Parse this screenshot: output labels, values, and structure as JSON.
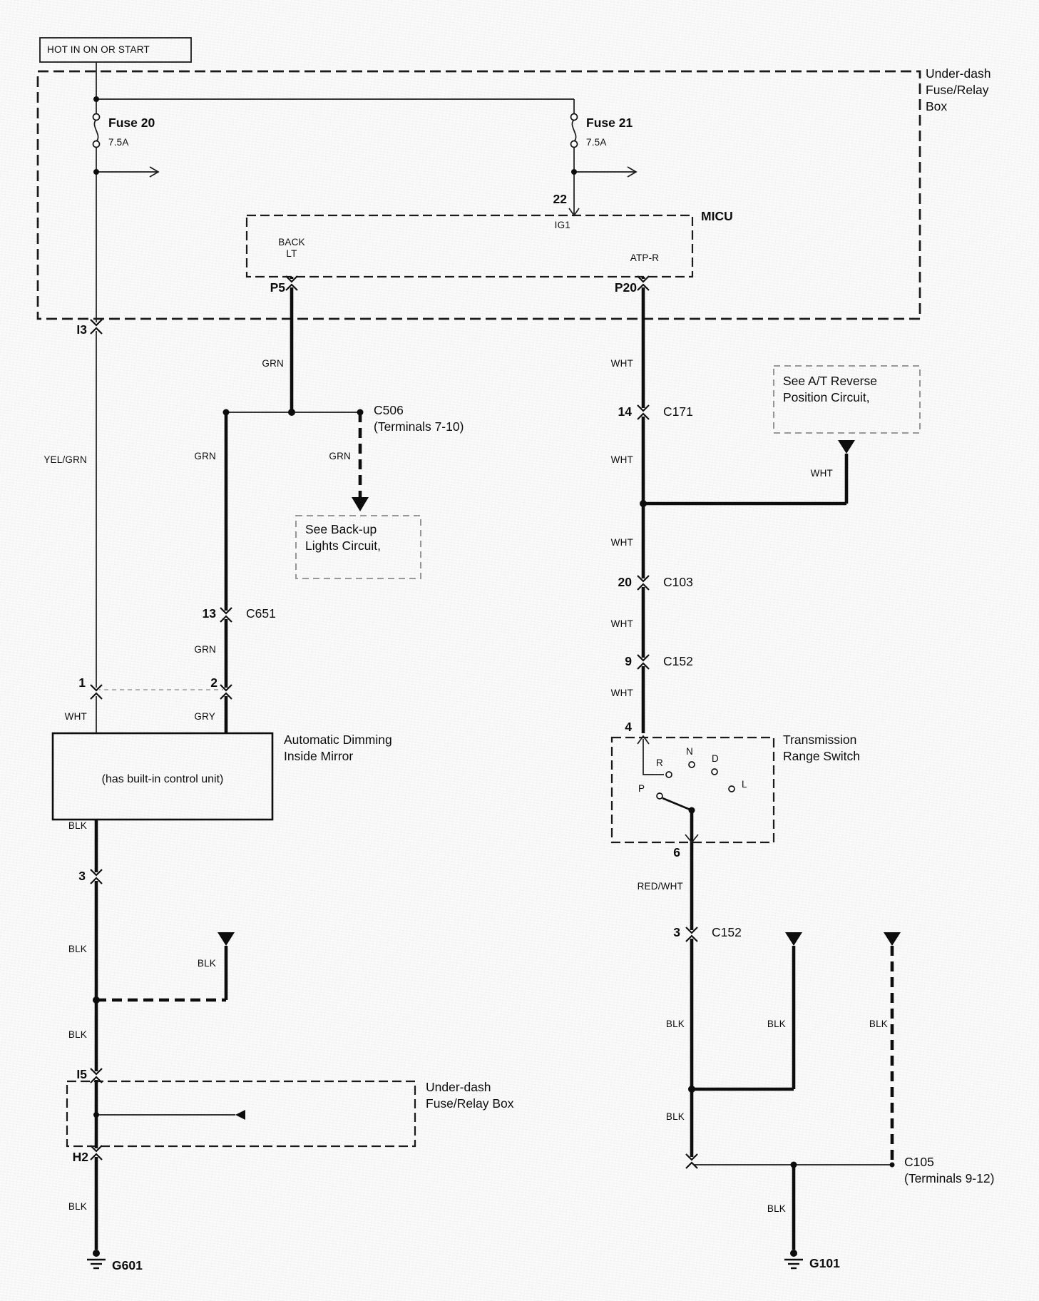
{
  "power": {
    "hot": "HOT IN ON OR START"
  },
  "fusebox": {
    "title1": "Under-dash",
    "title2": "Fuse/Relay",
    "title3": "Box",
    "fuse20_name": "Fuse 20",
    "fuse20_rating": "7.5A",
    "fuse21_name": "Fuse 21",
    "fuse21_rating": "7.5A",
    "pin22": "22",
    "pin_i3": "I3"
  },
  "micu": {
    "name": "MICU",
    "pin_ig1": "IG1",
    "pin_back1": "BACK",
    "pin_back2": "LT",
    "pin_atpr": "ATP-R",
    "pin_p5": "P5",
    "pin_p20": "P20"
  },
  "mirror_circuit": {
    "yelgrn": "YEL/GRN",
    "grn_p5": "GRN",
    "c506": "C506",
    "c506_terminals": "(Terminals 7-10)",
    "grn_left": "GRN",
    "grn_right": "GRN",
    "backup1": "See Back-up",
    "backup2": "Lights Circuit,",
    "pin13": "13",
    "c651": "C651",
    "grn2": "GRN",
    "pin1": "1",
    "pin2": "2",
    "wht": "WHT",
    "gry": "GRY",
    "mirror1": "Automatic Dimming",
    "mirror2": "Inside Mirror",
    "mirror_inner": "(has built-in control unit)",
    "blk1": "BLK",
    "pin3": "3",
    "blk2": "BLK",
    "blk3": "BLK",
    "blk4": "BLK",
    "pin_i5": "I5",
    "ubox1": "Under-dash",
    "ubox2": "Fuse/Relay Box",
    "pin_h2": "H2",
    "blk5": "BLK",
    "ground": "G601"
  },
  "reverse_circuit": {
    "wht1": "WHT",
    "pin14": "14",
    "c171": "C171",
    "wht2": "WHT",
    "at1": "See A/T Reverse",
    "at2": "Position Circuit,",
    "wht3": "WHT",
    "wht4": "WHT",
    "pin20": "20",
    "c103": "C103",
    "wht5": "WHT",
    "pin9": "9",
    "c152a": "C152",
    "wht6": "WHT",
    "pin4": "4",
    "trs1": "Transmission",
    "trs2": "Range Switch",
    "pos_p": "P",
    "pos_r": "R",
    "pos_n": "N",
    "pos_d": "D",
    "pos_l": "L",
    "pin6": "6",
    "redwht": "RED/WHT",
    "pin3": "3",
    "c152b": "C152",
    "blk1": "BLK",
    "blk2": "BLK",
    "blk3": "BLK",
    "blk4": "BLK",
    "c105": "C105",
    "c105_terminals": "(Terminals 9-12)",
    "blk5": "BLK",
    "ground": "G101"
  }
}
